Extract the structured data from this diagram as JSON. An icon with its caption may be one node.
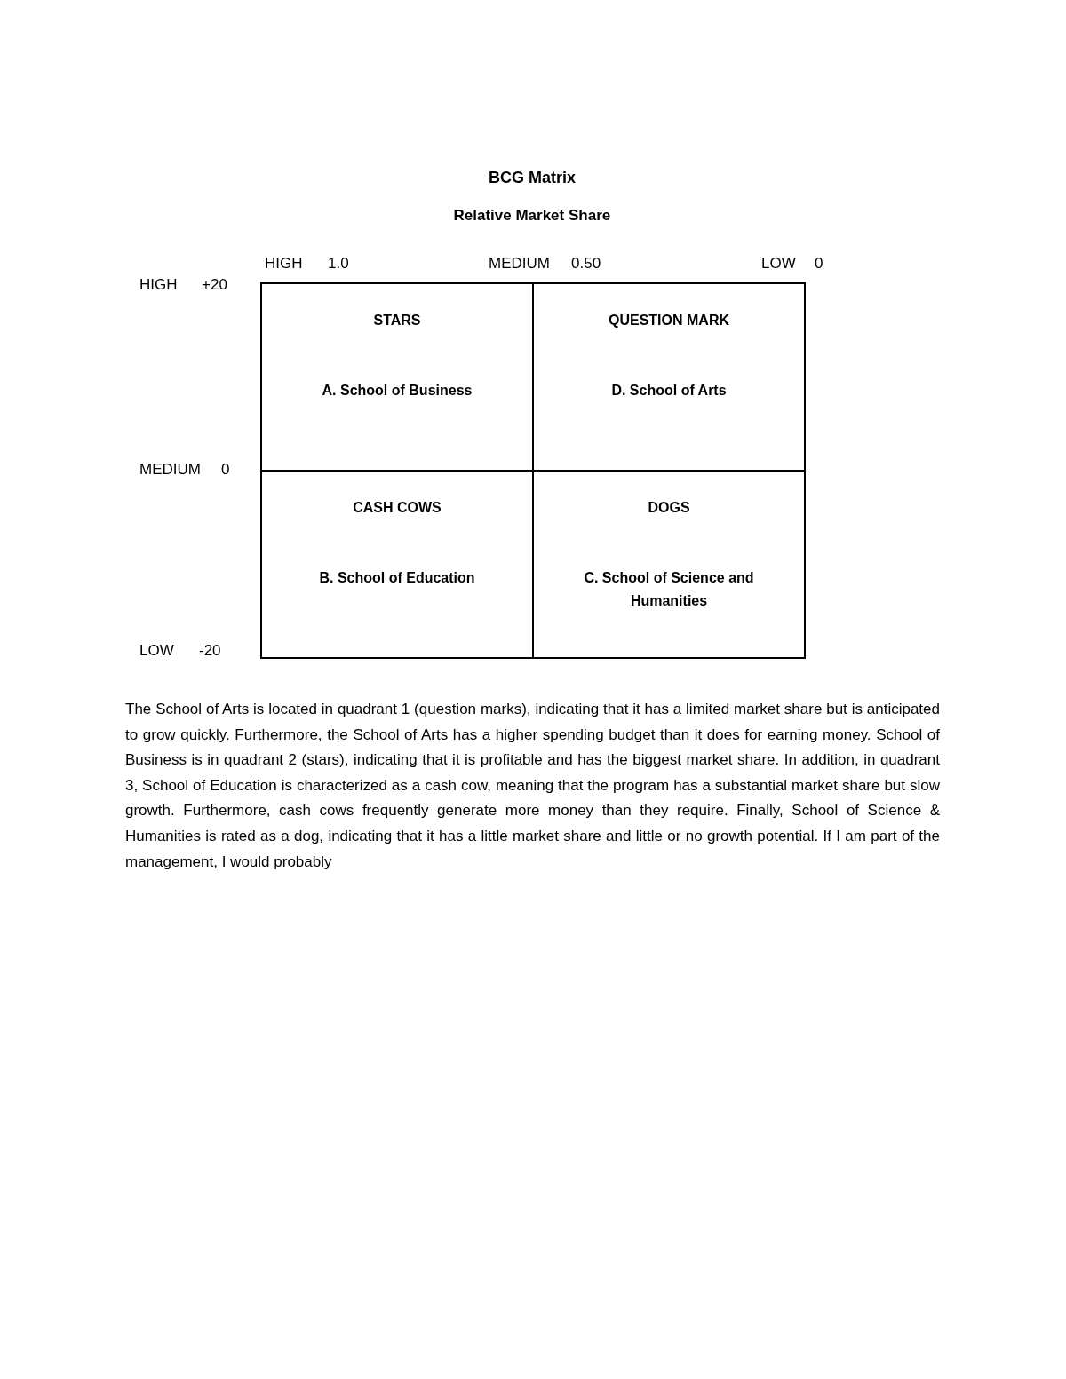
{
  "diagram": {
    "title": "BCG Matrix",
    "nodes": [
      {
        "text": [
          "STARS",
          "A. School of Business"
        ]
      },
      {
        "text": [
          "QUESTION MARK",
          "D. School of Arts"
        ]
      },
      {
        "text": [
          "CASH COWS",
          "B. School of Education"
        ]
      },
      {
        "text": [
          "DOGS",
          "C. School of Science and Humanities"
        ]
      }
    ],
    "labels": [
      "Relative Market Share",
      "HIGH",
      "1.0",
      "MEDIUM",
      "0.50",
      "LOW",
      "0",
      "HIGH",
      "+20",
      "MEDIUM",
      "0",
      "LOW",
      "-20",
      "The School of Arts is located in quadrant 1 (question marks), indicating that it has a limited market share but is anticipated to grow quickly. Furthermore, the School of Arts has a higher spending budget than it does for earning money. School of Business is in quadrant 2 (stars), indicating that it is profitable and has the biggest market share. In addition, in quadrant 3, School of Education is characterized as a cash cow, meaning that the program has a substantial market share but slow growth. Furthermore, cash cows frequently generate more money than they require. Finally, School of Science & Humanities is rated as a dog, indicating that it has a little market share and little or no growth potential. If I am part of the management, I would probably"
    ]
  }
}
